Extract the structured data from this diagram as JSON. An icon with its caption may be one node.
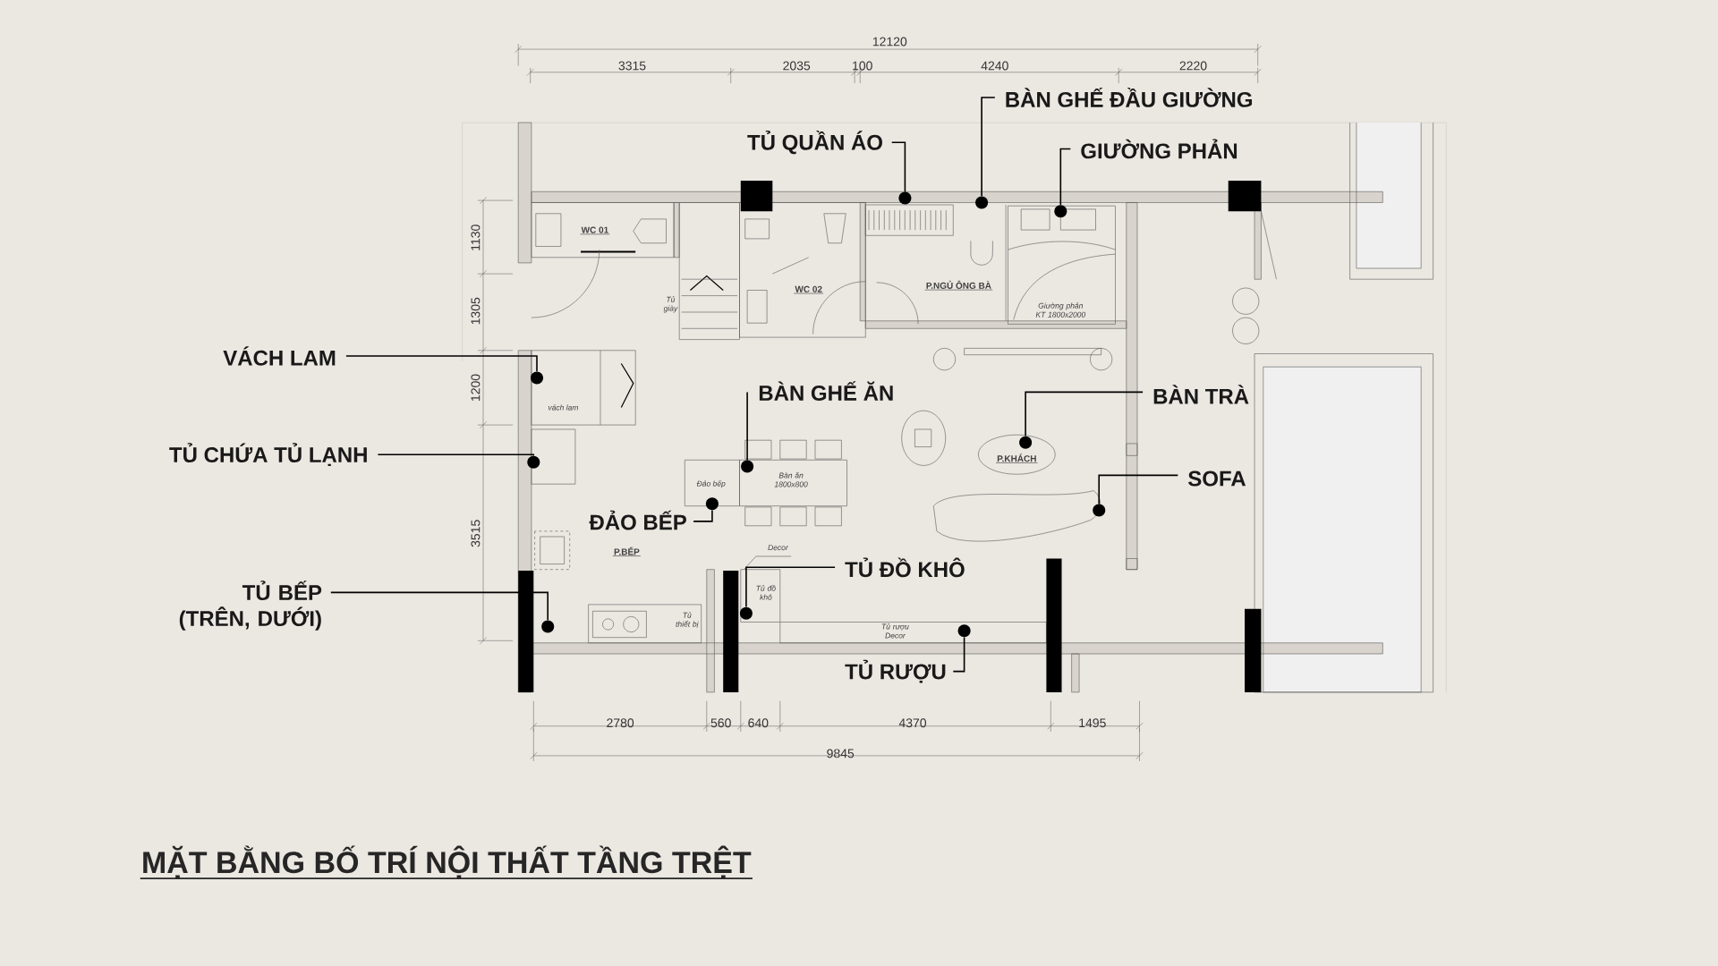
{
  "diagram": {
    "title": "MẶT BẰNG BỐ TRÍ NỘI THẤT TẦNG TRỆT",
    "nodes": [
      {
        "text": [
          "VÁCH LAM"
        ]
      },
      {
        "text": [
          "TỦ CHỨA TỦ LẠNH"
        ]
      },
      {
        "text": [
          "TỦ BẾP (TRÊN, DƯỚI)"
        ]
      },
      {
        "text": [
          "BÀN GHẾ ĂN"
        ]
      },
      {
        "text": [
          "ĐẢO BẾP"
        ]
      },
      {
        "text": [
          "TỦ ĐỒ KHÔ"
        ]
      },
      {
        "text": [
          "TỦ RƯỢU"
        ]
      },
      {
        "text": [
          "TỦ QUẦN ÁO"
        ]
      },
      {
        "text": [
          "BÀN GHẾ ĐẦU GIƯỜNG"
        ]
      },
      {
        "text": [
          "GIƯỜNG PHẢN"
        ]
      },
      {
        "text": [
          "BÀN TRÀ"
        ]
      },
      {
        "text": [
          "SOFA"
        ]
      },
      {
        "text": [],
        "shape": "circle"
      },
      {
        "text": [],
        "shape": "circle"
      },
      {
        "text": [],
        "shape": "circle"
      },
      {
        "text": [],
        "shape": "circle"
      },
      {
        "text": [],
        "shape": "circle"
      },
      {
        "text": [],
        "shape": "circle"
      },
      {
        "text": [],
        "shape": "circle"
      },
      {
        "text": [],
        "shape": "circle"
      },
      {
        "text": [],
        "shape": "circle"
      },
      {
        "text": [],
        "shape": "circle"
      },
      {
        "text": [],
        "shape": "circle"
      },
      {
        "text": [],
        "shape": "circle"
      }
    ],
    "edges": [
      {
        "from": 0,
        "to": 12,
        "arrow": "none"
      },
      {
        "from": 1,
        "to": 13,
        "arrow": "none"
      },
      {
        "from": 2,
        "to": 14,
        "arrow": "none"
      },
      {
        "from": 3,
        "to": 15,
        "arrow": "none"
      },
      {
        "from": 4,
        "to": 16,
        "arrow": "none"
      },
      {
        "from": 5,
        "to": 17,
        "arrow": "none"
      },
      {
        "from": 6,
        "to": 18,
        "arrow": "none"
      },
      {
        "from": 7,
        "to": 19,
        "arrow": "none"
      },
      {
        "from": 8,
        "to": 20,
        "arrow": "none"
      },
      {
        "from": 9,
        "to": 21,
        "arrow": "none"
      },
      {
        "from": 10,
        "to": 22,
        "arrow": "none"
      },
      {
        "from": 11,
        "to": 23,
        "arrow": "none"
      }
    ],
    "labels": [
      "12120",
      "3315",
      "2035",
      "100",
      "4240",
      "2220",
      "1130",
      "1305",
      "1200",
      "3515",
      "WC 01",
      "Tủ giày",
      "WC 02",
      "P.NGỦ ÔNG BÀ",
      "Giường phản KT 1800x2000",
      "vách lam",
      "Đảo bếp",
      "Bàn ăn 1800x800",
      "P.KHÁCH",
      "P.BẾP",
      "Decor",
      "Tủ đồ khô",
      "Tủ thiết bị",
      "Tủ rượu Decor",
      "2780",
      "560",
      "640",
      "4370",
      "1495",
      "9845"
    ]
  }
}
